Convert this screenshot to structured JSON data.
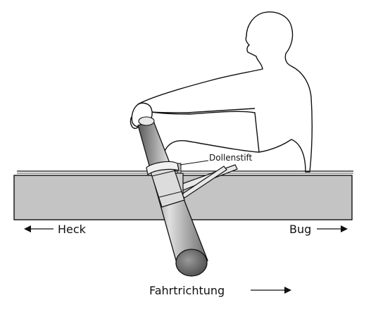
{
  "labels": {
    "stern": "Heck",
    "bow": "Bug",
    "direction": "Fahrtrichtung",
    "oarlock_pin": "Dollenstift"
  },
  "icons": {
    "stern_arrow": "arrow-left-icon",
    "bow_arrow": "arrow-right-icon",
    "direction_arrow": "arrow-right-icon"
  },
  "colors": {
    "hull": "#c4c4c4",
    "oar_dark": "#6a6a6a",
    "oar_light": "#d8d8d8",
    "outline": "#111111"
  }
}
